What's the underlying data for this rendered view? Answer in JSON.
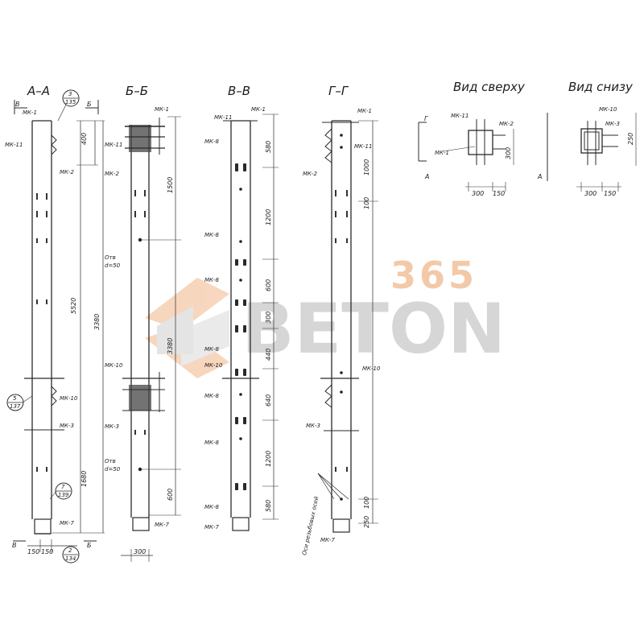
{
  "sections": {
    "aa": "А–А",
    "bb": "Б–Б",
    "vv": "В–В",
    "gg": "Г–Г",
    "top_view": "Вид сверху",
    "bottom_view": "Вид снизу"
  },
  "markers": {
    "a": "А",
    "b": "Б",
    "v": "В",
    "g": "Г"
  },
  "callouts": {
    "c1_num": "3",
    "c1_den": "135",
    "c2_num": "5",
    "c2_den": "137",
    "c3_num": "7",
    "c3_den": "139",
    "c4_num": "2",
    "c4_den": "134"
  },
  "parts": {
    "mk1": "МК-1",
    "mk2": "МК-2",
    "mk3": "МК-3",
    "mk7": "МК-7",
    "mk8": "МК-8",
    "mk10": "МК-10",
    "mk11": "МК-11"
  },
  "dims": {
    "d400": "400",
    "d1500": "1500",
    "d5520": "5520",
    "d3380": "3380",
    "d1680": "1680",
    "d600": "600",
    "d580": "580",
    "d1200": "1200",
    "d300": "300",
    "d440": "440",
    "d640": "640",
    "d1000": "1000",
    "d100": "100",
    "d250": "250",
    "d150": "150",
    "d250b": "250"
  },
  "notes": {
    "hole": "Отв",
    "hole_dia": "d=50",
    "axes": "Оси резьбовых осей"
  },
  "watermark": {
    "number": "365",
    "text": "BETON"
  }
}
